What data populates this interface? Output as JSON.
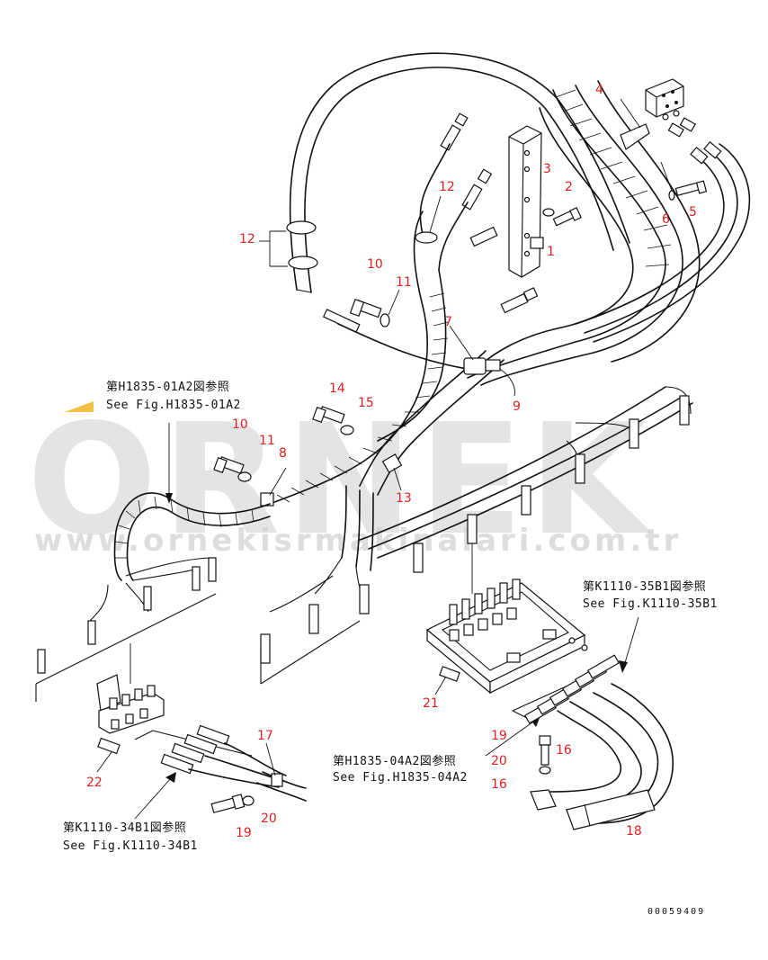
{
  "watermark": {
    "brand": "ORNEK",
    "url": "www.ornekisrmakinalari.com.tr",
    "accent_color": "#f0c040"
  },
  "callouts": {
    "n1": "1",
    "n2": "2",
    "n3": "3",
    "n4": "4",
    "n5": "5",
    "n6": "6",
    "n7": "7",
    "n8": "8",
    "n9": "9",
    "n10a": "10",
    "n10b": "10",
    "n11a": "11",
    "n11b": "11",
    "n12a": "12",
    "n12b": "12",
    "n13": "13",
    "n14": "14",
    "n15": "15",
    "n16a": "16",
    "n16b": "16",
    "n17": "17",
    "n18": "18",
    "n19a": "19",
    "n19b": "19",
    "n20a": "20",
    "n20b": "20",
    "n21": "21",
    "n22": "22"
  },
  "references": {
    "h1835_01a2_jp": "第H1835-01A2図参照",
    "h1835_01a2_en": "See Fig.H1835-01A2",
    "k1110_35b1_jp": "第K1110-35B1図参照",
    "k1110_35b1_en": "See Fig.K1110-35B1",
    "h1835_04a2_jp": "第H1835-04A2図参照",
    "h1835_04a2_en": "See Fig.H1835-04A2",
    "k1110_34b1_jp": "第K1110-34B1図参照",
    "k1110_34b1_en": "See Fig.K1110-34B1"
  },
  "document_number": "00059409",
  "colors": {
    "callout": "#e02020",
    "line": "#111111",
    "watermark": "#cfcfcf"
  }
}
